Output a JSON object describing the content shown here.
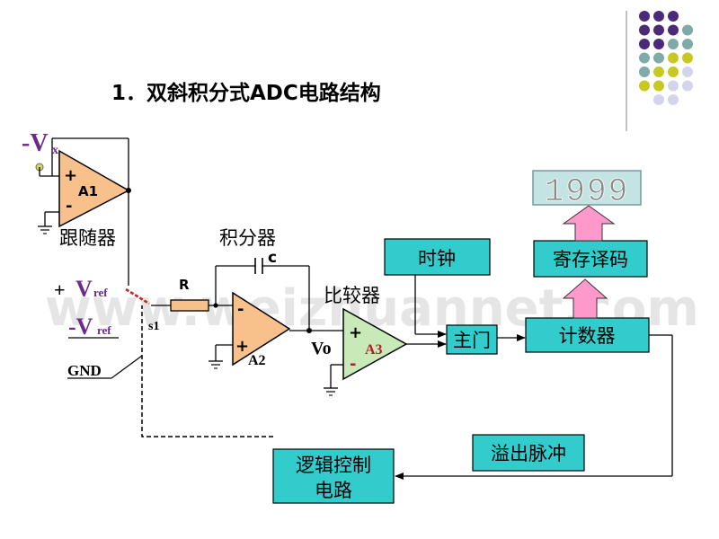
{
  "title": "1．双斜积分式ADC电路结构",
  "watermark": "www.weizhuannet.com",
  "colors": {
    "amp_orange": "#f8c08a",
    "amp_green": "#c8eab8",
    "box_teal": "#33cccc",
    "display_bg": "#c4e4e4",
    "arrow_pink": "#ff99cc",
    "dot_purple": "#4b2a7a",
    "dot_teal": "#7eaaa8",
    "dot_yellow": "#c8c822",
    "dot_lavender": "#d4d4ec",
    "vx_dot": "#d7d760",
    "vx_text": "#6a2c8a",
    "a3_text": "#b0202a"
  },
  "labels": {
    "vx_V": "-V",
    "vx_sub": "x",
    "a1": "A1",
    "a1_plus": "+",
    "a1_minus": "-",
    "follower": "跟随器",
    "vref_pos_prefix": "+ ",
    "vref_pos_V": "V",
    "vref_pos_sub": "ref",
    "vref_neg_V": "-V",
    "vref_neg_sub": "ref",
    "gnd": "GND",
    "s1": "s1",
    "r": "R",
    "c": "c",
    "integrator": "积分器",
    "a2": "A2",
    "a2_plus": "+",
    "a2_minus": "-",
    "vo": "Vo",
    "comparator": "比较器",
    "a3": "A3",
    "a3_plus": "+",
    "a3_minus": "-",
    "clock": "时钟",
    "main_gate": "主门",
    "counter": "计数器",
    "register_decoder": "寄存译码",
    "display_value": "1999",
    "overflow_pulse": "溢出脉冲",
    "logic_line1": "逻辑控制",
    "logic_line2": "电路"
  }
}
